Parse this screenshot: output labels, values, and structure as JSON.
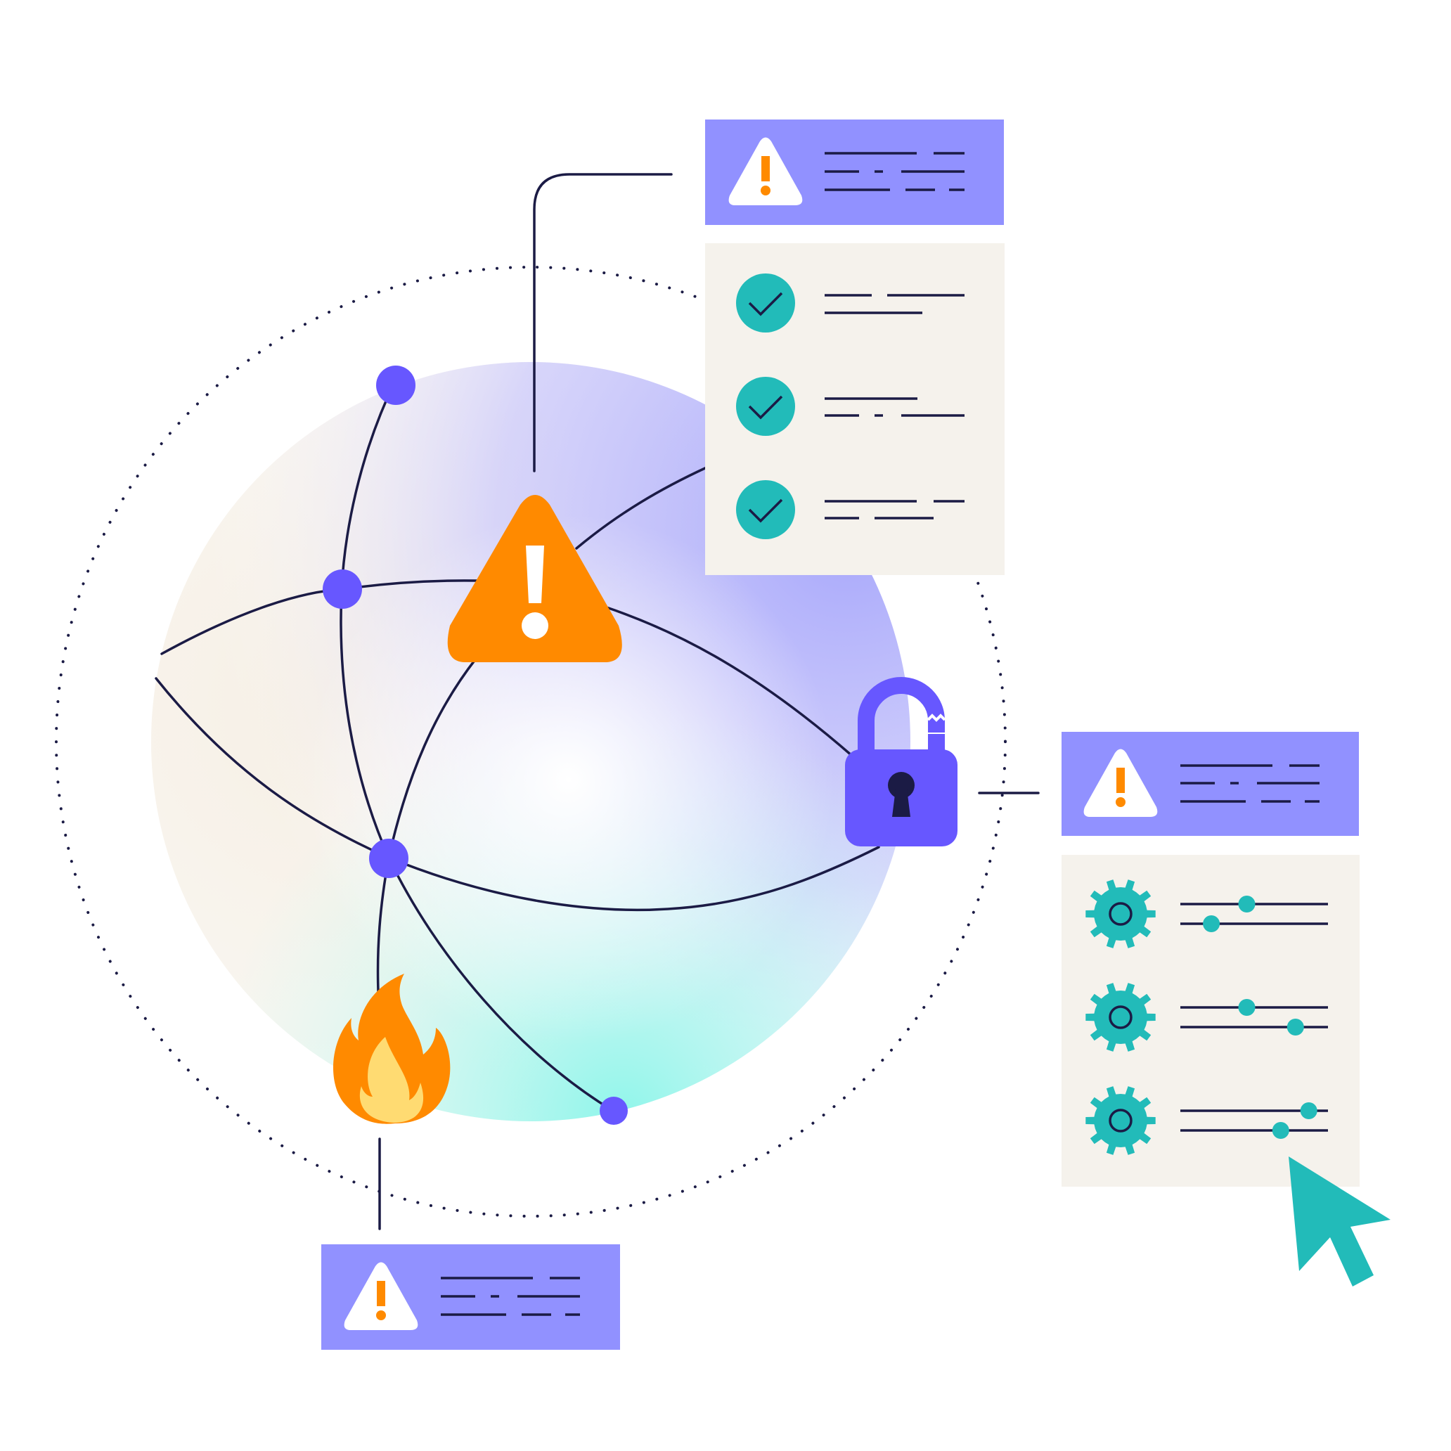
{
  "colors": {
    "background": "#ffffff",
    "line": "#1b1b45",
    "node": "#6757ff",
    "alert_card": "#9191ff",
    "panel_bg": "#f5f2ec",
    "orange": "#ff8a00",
    "teal": "#22bbb9",
    "flame_inner": "#ffdb72",
    "lock_body": "#6757ff",
    "keyhole": "#1b1b45"
  },
  "icons": {
    "alert": "warning-triangle-icon",
    "check": "check-circle-icon",
    "gear": "gear-icon",
    "lock": "unlocked-padlock-icon",
    "fire": "flame-icon",
    "cursor": "pointer-cursor-icon"
  },
  "checklist": {
    "items": [
      {
        "status": "complete"
      },
      {
        "status": "complete"
      },
      {
        "status": "complete"
      }
    ]
  },
  "settings": {
    "rows": [
      {
        "slider_1": 0.45,
        "slider_2": 0.21
      },
      {
        "slider_1": 0.45,
        "slider_2": 0.78
      },
      {
        "slider_1": 0.87,
        "slider_2": 0.68
      }
    ]
  }
}
